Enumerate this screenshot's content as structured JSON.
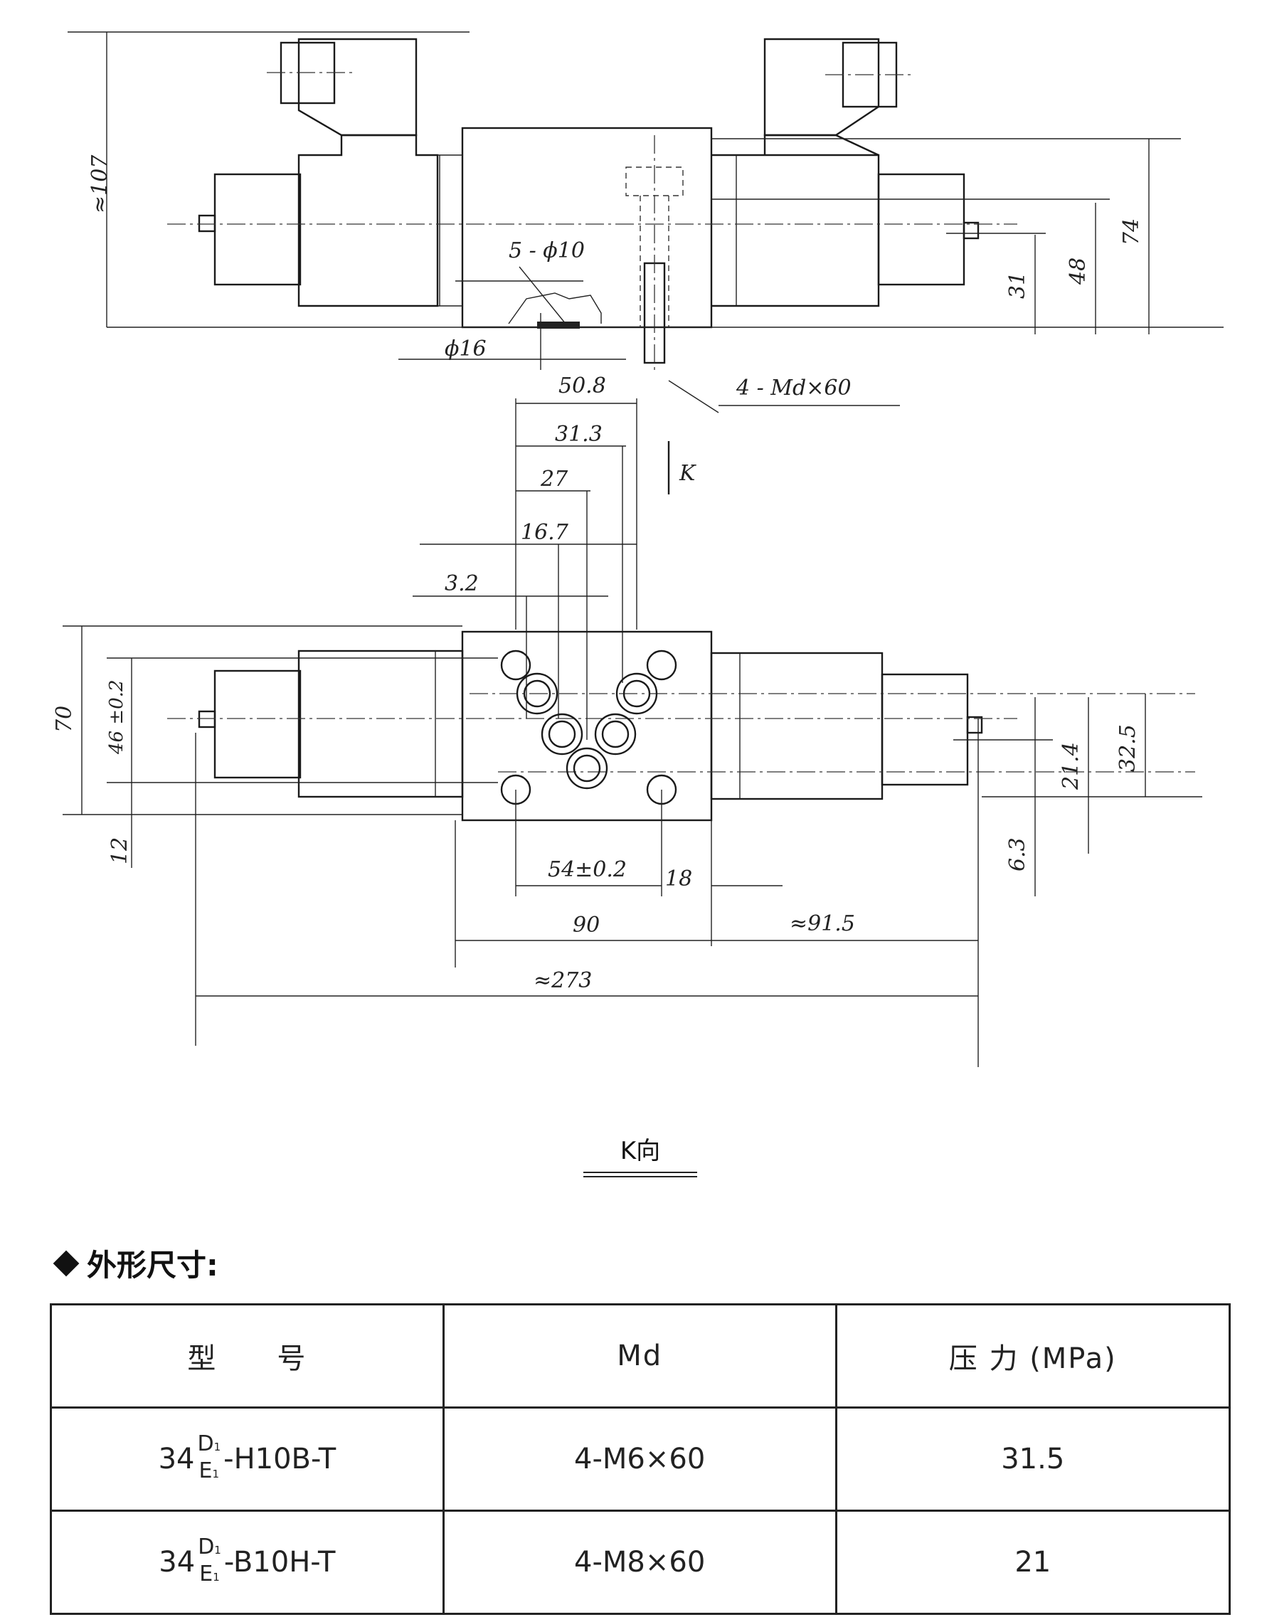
{
  "drawing": {
    "dims": {
      "approx107": "≈107",
      "hole5": "5 - ϕ10",
      "phi16": "ϕ16",
      "d508": "50.8",
      "md60": "4 - Md×60",
      "d313": "31.3",
      "d27": "27",
      "d167": "16.7",
      "d32": "3.2",
      "k": "K",
      "d31": "31",
      "d48": "48",
      "d74": "74",
      "d70": "70",
      "d46": "46 ±0.2",
      "d12": "12",
      "d54": "54±0.2",
      "d18": "18",
      "d90": "90",
      "d915": "≈91.5",
      "d273": "≈273",
      "d214": "21.4",
      "d325": "32.5",
      "d63": "6.3"
    },
    "view_label": "K向"
  },
  "section_title": "外形尺寸:",
  "table": {
    "headers": [
      "型　　号",
      "Md",
      "压 力 (MPa)"
    ],
    "rows": [
      {
        "prefix": "34",
        "top": "D",
        "top_sub": "1",
        "bottom": "E",
        "bottom_sub": "1",
        "suffix": "-H10B-T",
        "md": "4-M6×60",
        "pressure": "31.5"
      },
      {
        "prefix": "34",
        "top": "D",
        "top_sub": "1",
        "bottom": "E",
        "bottom_sub": "1",
        "suffix": "-B10H-T",
        "md": "4-M8×60",
        "pressure": "21"
      }
    ]
  }
}
